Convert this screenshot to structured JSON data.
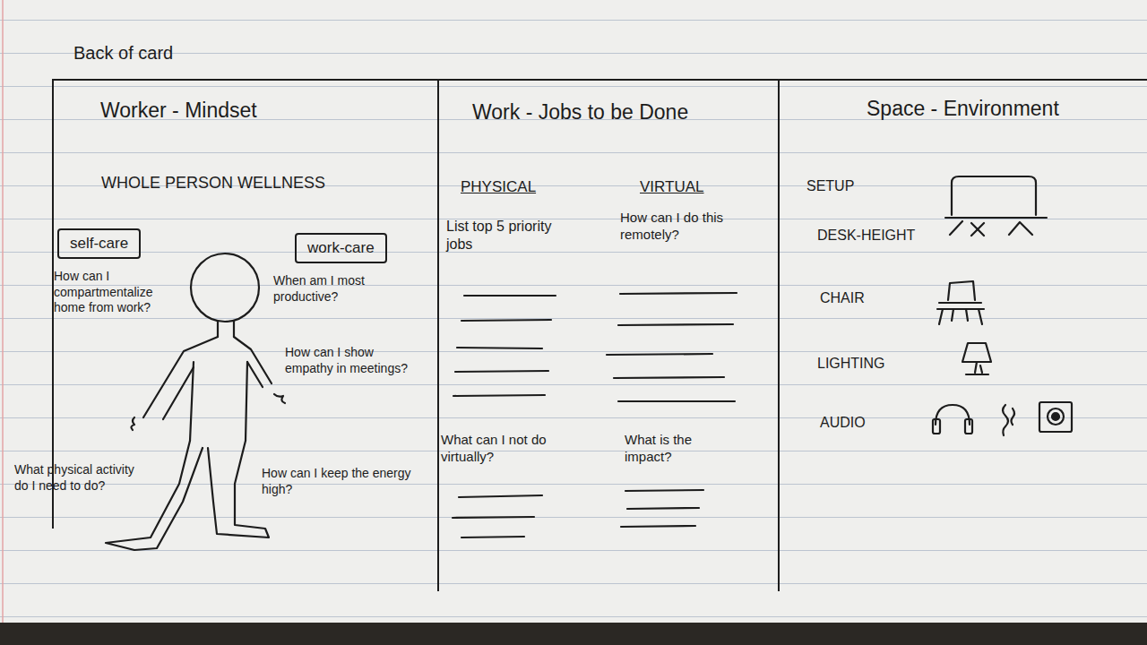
{
  "diagram": {
    "nodes": [
      {
        "text": [
          "Back of card"
        ]
      },
      {
        "text": [
          "Worker - Mindset"
        ],
        "in": 0
      },
      {
        "text": [
          "Work - Jobs to be Done"
        ],
        "in": 0
      },
      {
        "text": [
          "Space - Environment"
        ],
        "in": 0
      },
      {
        "text": [
          "self-care"
        ],
        "in": 1
      },
      {
        "text": [
          "work-care"
        ],
        "in": 1
      }
    ],
    "labels": [
      "WHOLE PERSON WELLNESS",
      "How can I compartmentalize home from work?",
      "When am I most productive?",
      "How can I show empathy in meetings?",
      "What physical activity do I need to do?",
      "How can I keep the energy high?",
      "PHYSICAL",
      "VIRTUAL",
      "List top 5 priority jobs",
      "How can I do this remotely?",
      "What can I not do virtually?",
      "What is the impact?",
      "SETUP",
      "DESK-HEIGHT",
      "CHAIR",
      "LIGHTING",
      "AUDIO"
    ]
  }
}
